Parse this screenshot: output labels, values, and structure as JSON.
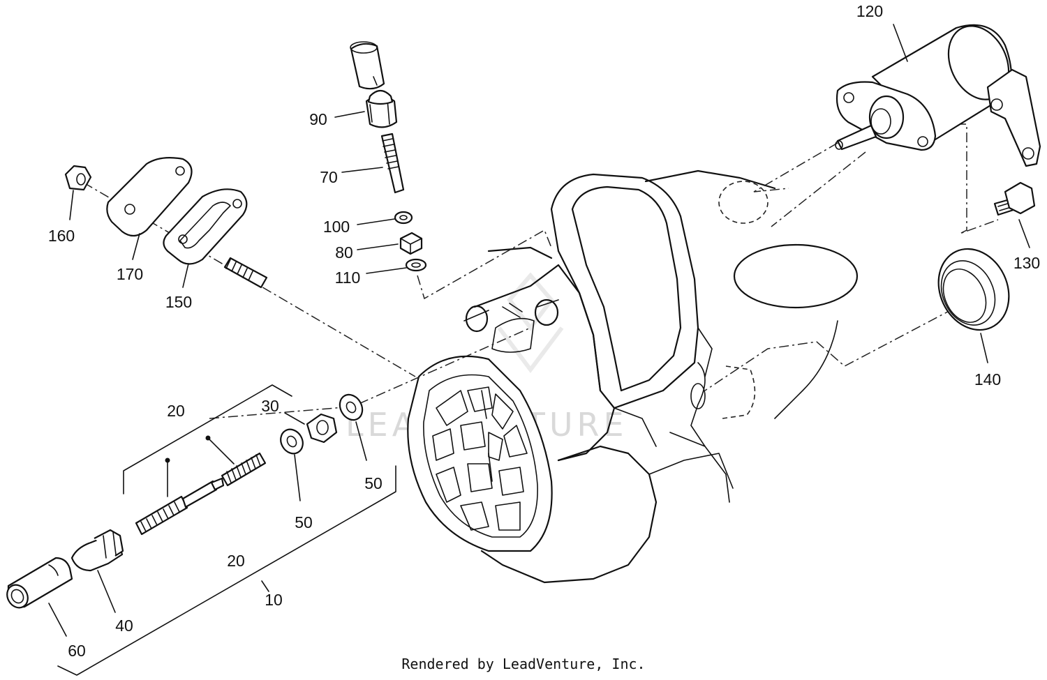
{
  "callouts": {
    "c120": "120",
    "c90": "90",
    "c70": "70",
    "c100": "100",
    "c80": "80",
    "c110": "110",
    "c160": "160",
    "c170": "170",
    "c150": "150",
    "c130": "130",
    "c140": "140",
    "c20a": "20",
    "c30": "30",
    "c50a": "50",
    "c50b": "50",
    "c20b": "20",
    "c10": "10",
    "c40": "40",
    "c60": "60"
  },
  "watermark": "LEADVENTURE",
  "footer": "Rendered by LeadVenture, Inc."
}
